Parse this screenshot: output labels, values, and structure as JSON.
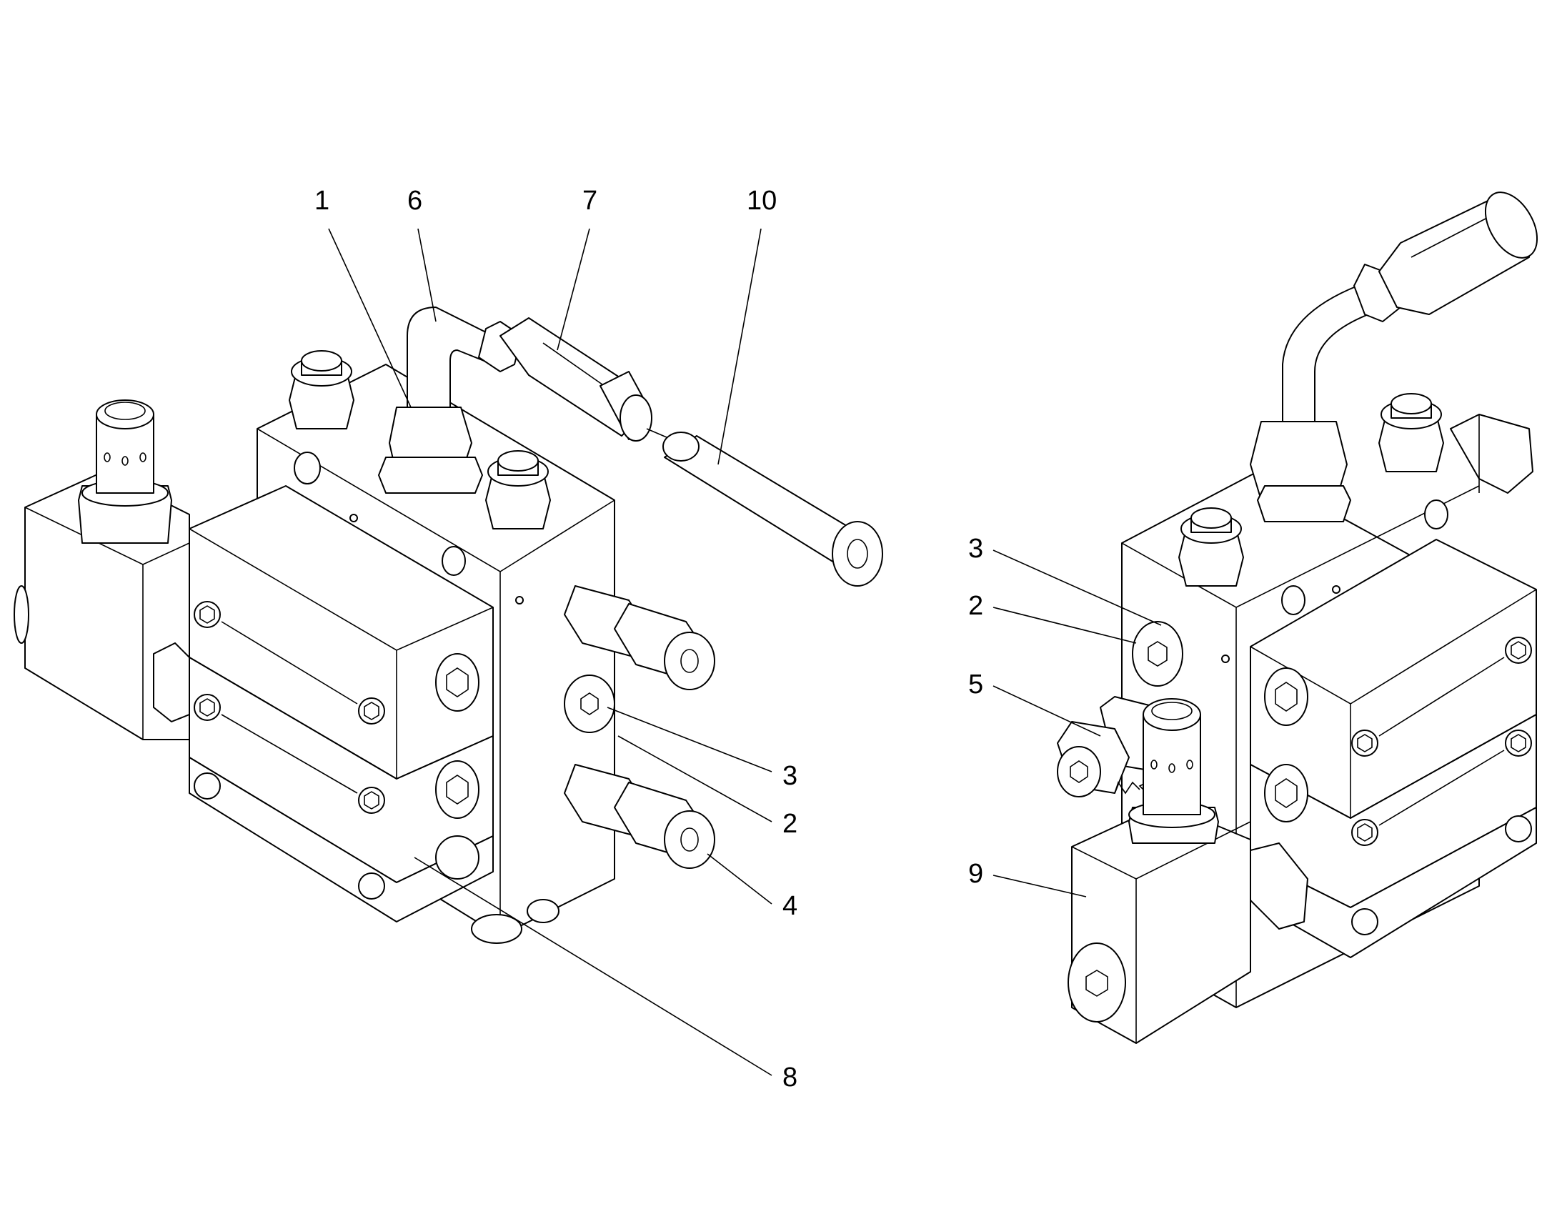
{
  "diagram": {
    "left_assembly": {
      "callouts": [
        {
          "id": "l1",
          "label": "1"
        },
        {
          "id": "l6",
          "label": "6"
        },
        {
          "id": "l7",
          "label": "7"
        },
        {
          "id": "l10",
          "label": "10"
        },
        {
          "id": "l3",
          "label": "3"
        },
        {
          "id": "l2",
          "label": "2"
        },
        {
          "id": "l4",
          "label": "4"
        },
        {
          "id": "l8",
          "label": "8"
        }
      ]
    },
    "right_assembly": {
      "callouts": [
        {
          "id": "r3",
          "label": "3"
        },
        {
          "id": "r2",
          "label": "2"
        },
        {
          "id": "r5",
          "label": "5"
        },
        {
          "id": "r9",
          "label": "9"
        }
      ]
    },
    "colors": {
      "line": "#000000",
      "background": "#ffffff"
    }
  }
}
